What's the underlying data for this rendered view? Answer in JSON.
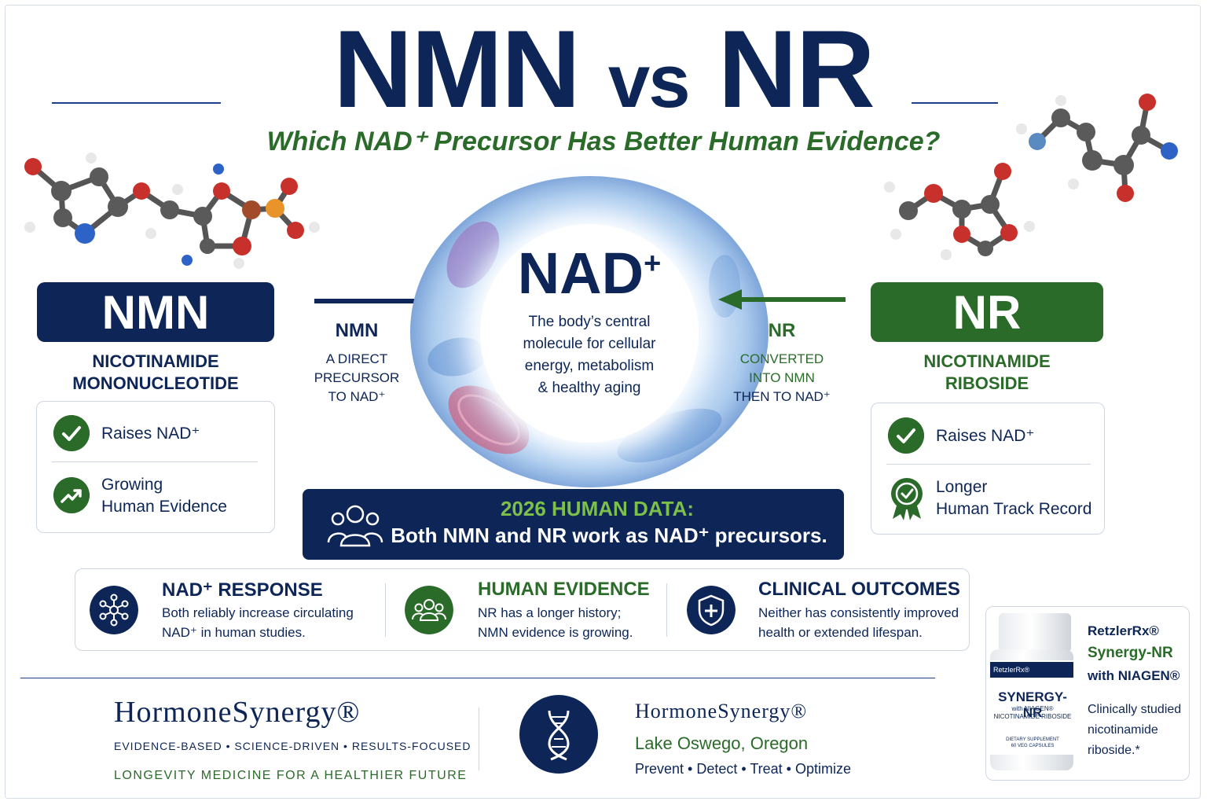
{
  "header": {
    "title_left": "NMN",
    "title_vs": "vs",
    "title_right": "NR",
    "subtitle": "Which NAD⁺ Precursor Has Better Human Evidence?"
  },
  "nmn": {
    "label": "NMN",
    "fullname_line1": "NICOTINAMIDE",
    "fullname_line2": "MONONUCLEOTIDE",
    "benefits": [
      {
        "icon": "check-icon",
        "line1": "Raises NAD⁺",
        "line2": ""
      },
      {
        "icon": "trend-up-icon",
        "line1": "Growing",
        "line2": "Human Evidence"
      }
    ],
    "flow_label": "NMN",
    "flow_desc": [
      "A DIRECT",
      "PRECURSOR",
      "TO NAD⁺"
    ]
  },
  "nr": {
    "label": "NR",
    "fullname_line1": "NICOTINAMIDE",
    "fullname_line2": "RIBOSIDE",
    "benefits": [
      {
        "icon": "check-icon",
        "line1": "Raises NAD⁺",
        "line2": ""
      },
      {
        "icon": "award-ribbon-icon",
        "line1": "Longer",
        "line2": "Human Track Record"
      }
    ],
    "flow_label": "NR",
    "flow_desc": [
      "CONVERTED",
      "INTO NMN",
      "THEN TO NAD⁺"
    ]
  },
  "center": {
    "title": "NAD",
    "title_sup": "+",
    "desc": [
      "The body’s central",
      "molecule for cellular",
      "energy, metabolism",
      "& healthy aging"
    ]
  },
  "banner": {
    "heading": "2026 HUMAN DATA:",
    "text": "Both NMN and NR work as NAD⁺ precursors."
  },
  "info": [
    {
      "icon": "network-icon",
      "heading": "NAD⁺ RESPONSE",
      "line1": "Both reliably increase circulating",
      "line2": "NAD⁺ in human studies.",
      "color": "#0d2657"
    },
    {
      "icon": "people-icon",
      "heading": "HUMAN EVIDENCE",
      "line1": "NR has a longer history;",
      "line2": "NMN evidence is growing.",
      "color": "#2b6b2a"
    },
    {
      "icon": "shield-icon",
      "heading": "CLINICAL OUTCOMES",
      "line1": "Neither has consistently improved",
      "line2": "health or extended lifespan.",
      "color": "#0d2657"
    }
  ],
  "footer": {
    "brand": "HormoneSynergy®",
    "tagline1": "EVIDENCE-BASED  •  SCIENCE-DRIVEN  •  RESULTS-FOCUSED",
    "tagline2": "LONGEVITY MEDICINE FOR A HEALTHIER FUTURE",
    "brand_small": "HormoneSynergy®",
    "location": "Lake Oswego, Oregon",
    "services": "Prevent  •  Detect  •  Treat  •  Optimize"
  },
  "product": {
    "brand": "RetzlerRx®",
    "name": "Synergy-NR",
    "with": "with NIAGEN®",
    "desc": [
      "Clinically studied",
      "nicotinamide",
      "riboside.*"
    ],
    "bottle_brand": "RetzlerRx®",
    "bottle_name": "SYNERGY-NR",
    "bottle_sub1": "with NIAGEN®",
    "bottle_sub2": "NICOTINAMIDE RIBOSIDE",
    "bottle_sub3": "DIETARY SUPPLEMENT",
    "bottle_sub4": "60 VEG CAPSULES"
  },
  "colors": {
    "navy": "#0d2657",
    "green": "#2b6b2a",
    "light_green": "#7cc04a"
  }
}
